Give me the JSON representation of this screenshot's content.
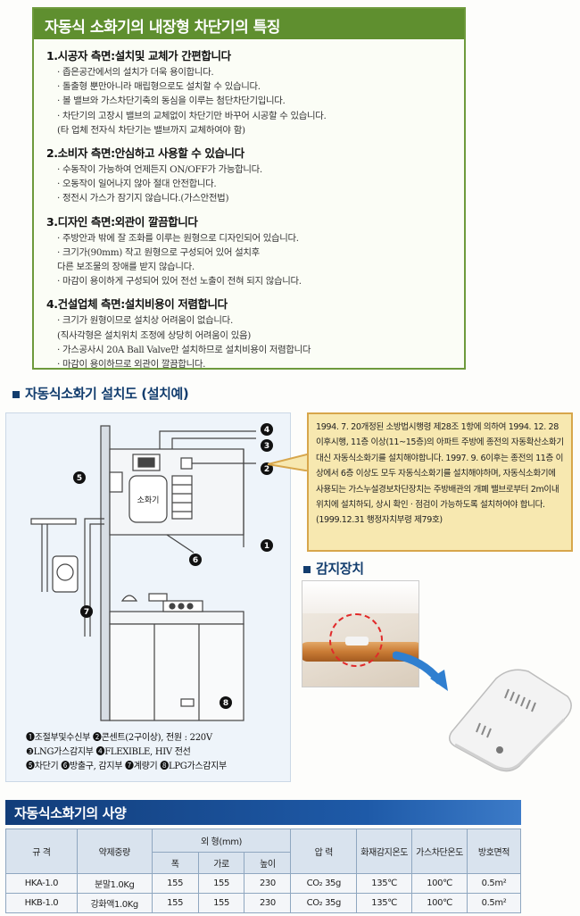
{
  "features": {
    "title": "자동식 소화기의 내장형 차단기의 특징",
    "groups": [
      {
        "heading": "1.시공자 측면:설치및 교체가 간편합니다",
        "lines": [
          "· 좁은공간에서의 설치가 더욱 용이합니다.",
          "· 돌출형 뿐만아니라 매립형으로도 설치할 수 있습니다.",
          "· 볼 밸브와 가스차단기축의 동심을 이루는 첨단차단기입니다.",
          "· 차단기의 고장시 밸브의 교체없이 차단기만 바꾸어 시공할 수 있습니다.",
          "(타 업체 전자식 차단기는 밸브까지 교체하여야 함)"
        ]
      },
      {
        "heading": "2.소비자 측면:안심하고 사용할 수 있습니다",
        "lines": [
          "· 수동작이 가능하여 언제든지 ON/OFF가 가능합니다.",
          "· 오동작이 일어나지 않아 절대 안전합니다.",
          "· 정전시 가스가 잠기지 않습니다.(가스안전법)"
        ]
      },
      {
        "heading": "3.디자인 측면:외관이 깔끔합니다",
        "lines": [
          "· 주방안과 밖에 잘 조화를 이루는 원형으로 디자인되어 있습니다.",
          "· 크기가(90mm) 작고 원형으로 구성되어 있어 설치후",
          "다른 보조물의 장애를 받지 않습니다.",
          "· 마감이 용이하게 구성되어 있어 전선 노출이 전혀 되지 않습니다."
        ]
      },
      {
        "heading": "4.건설업체 측면:설치비용이 저렴합니다",
        "lines": [
          "· 크기가 원형이므로 설치상 어려움이 없습니다.",
          "(직사각형은 설치위치 조정에 상당히 어려움이 있음)",
          "· 가스공사시 20A Ball Valve만 설치하므로 설치비용이 저렴합니다",
          "· 마감이 용이하므로 외관이 깔끔합니다."
        ]
      }
    ]
  },
  "install": {
    "heading": "자동식소화기 설치도 (설치예)",
    "tank_label": "소화기",
    "markers": [
      "1",
      "2",
      "3",
      "4",
      "5",
      "6",
      "7",
      "8"
    ],
    "legend_lines": [
      "❶조절부및수신부 ❷콘센트(2구이상), 전원 : 220V",
      "❸LNG가스감지부 ❹FLEXIBLE, HIV 전선",
      "❺차단기 ❻방출구, 감지부 ❼계량기 ❽LPG가스감지부"
    ]
  },
  "callout": {
    "text": "1994. 7. 20개정된 소방법시행령 제28조 1항에 의하여 1994. 12. 28 이후시행, 11층 이상(11~15층)의 아파트 주방에 종전의 자동확산소화기 대신 자동식소화기를 설치해야합니다. 1997. 9. 6이후는 종전의 11층 이상에서 6층 이상도 모두 자동식소화기를 설치해야하며, 자동식소화기에 사용되는 가스누설경보차단장치는 주방배관의 개폐 밸브로부터 2m이내 위치에 설치하되, 상시 확인 · 점검이 가능하도록 설치하여야 합니다.(1999.12.31 행정자치부령 제79호)"
  },
  "sensor": {
    "heading": "감지장치"
  },
  "spec": {
    "title": "자동식소화기의 사양",
    "headers": {
      "model": "규 격",
      "agent": "약제중량",
      "outer": "외 형(mm)",
      "width": "폭",
      "length": "가로",
      "height": "높이",
      "pressure": "압 력",
      "fire_temp": "화재감지온도",
      "gas_temp": "가스차단온도",
      "area": "방호면적"
    },
    "rows": [
      [
        "HKA-1.0",
        "분말1.0Kg",
        "155",
        "155",
        "230",
        "CO₂ 35g",
        "135℃",
        "100℃",
        "0.5m²"
      ],
      [
        "HKB-1.0",
        "강화액1.0Kg",
        "155",
        "155",
        "230",
        "CO₂ 35g",
        "135℃",
        "100℃",
        "0.5m²"
      ]
    ]
  },
  "colors": {
    "feature_green": "#5f8f2f",
    "navy": "#123d6e",
    "callout_bg": "#f7e8b0",
    "callout_border": "#d7a64b",
    "sensor_ring": "#e12a2a"
  }
}
